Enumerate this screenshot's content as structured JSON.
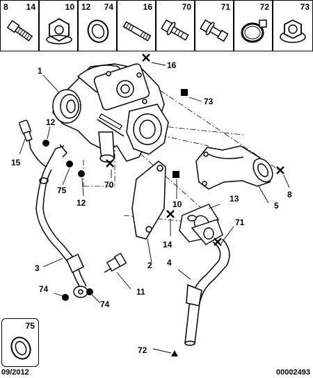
{
  "parts_strip": [
    {
      "number": "8",
      "icon": "bolt-icon"
    },
    {
      "number": "14",
      "icon": "bolt-icon"
    },
    {
      "number": "10",
      "icon": "hex-nut-icon"
    },
    {
      "number": "12",
      "icon": "ring-seal-icon"
    },
    {
      "number": "74",
      "icon": "ring-seal-icon"
    },
    {
      "number": "16",
      "icon": "stud-icon"
    },
    {
      "number": "70",
      "icon": "flange-bolt-icon"
    },
    {
      "number": "71",
      "icon": "flange-bolt-icon"
    },
    {
      "number": "72",
      "icon": "hose-clamp-icon"
    },
    {
      "number": "73",
      "icon": "flange-nut-icon"
    }
  ],
  "legend": {
    "number": "75",
    "icon": "ring-seal-icon"
  },
  "callouts": {
    "c1": "1",
    "c16": "16",
    "c73": "73",
    "c12a": "12",
    "c15": "15",
    "c75": "75",
    "c70": "70",
    "c12b": "12",
    "c8": "8",
    "c13": "13",
    "c10": "10",
    "c5": "5",
    "c14": "14",
    "c71": "71",
    "c2": "2",
    "c4": "4",
    "c3": "3",
    "c11": "11",
    "c74a": "74",
    "c74b": "74",
    "c72": "72"
  },
  "footer": {
    "date": "09/2012",
    "reference": "00002493"
  }
}
